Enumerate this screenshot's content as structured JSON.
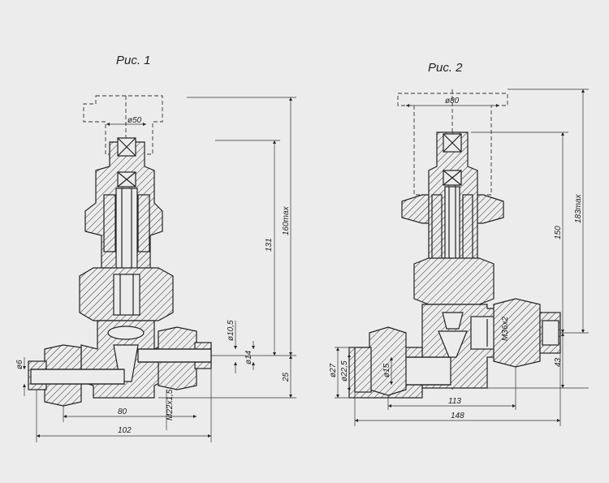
{
  "figures": [
    {
      "title": "Рис. 1",
      "dimensions": {
        "handwheel_dia": "ø50",
        "stem_dia": "ø10,5",
        "port_dia": "ø14",
        "left_port_dia": "ø6",
        "thread": "M22x1,5",
        "port_to_port": "80",
        "overall_length": "102",
        "height_from_axis": "131",
        "height_max": "160max",
        "axis_to_base": "25"
      }
    },
    {
      "title": "Рис. 2",
      "dimensions": {
        "handwheel_dia": "ø80",
        "bore_dia": "ø15",
        "outer_dia_1": "ø27",
        "outer_dia_2": "ø22,5",
        "thread": "M36x2",
        "port_to_port": "113",
        "overall_length": "148",
        "height_from_axis": "150",
        "height_max": "183max",
        "axis_to_base": "43"
      }
    }
  ],
  "colors": {
    "paper": "#ececec",
    "ink": "#222222"
  }
}
